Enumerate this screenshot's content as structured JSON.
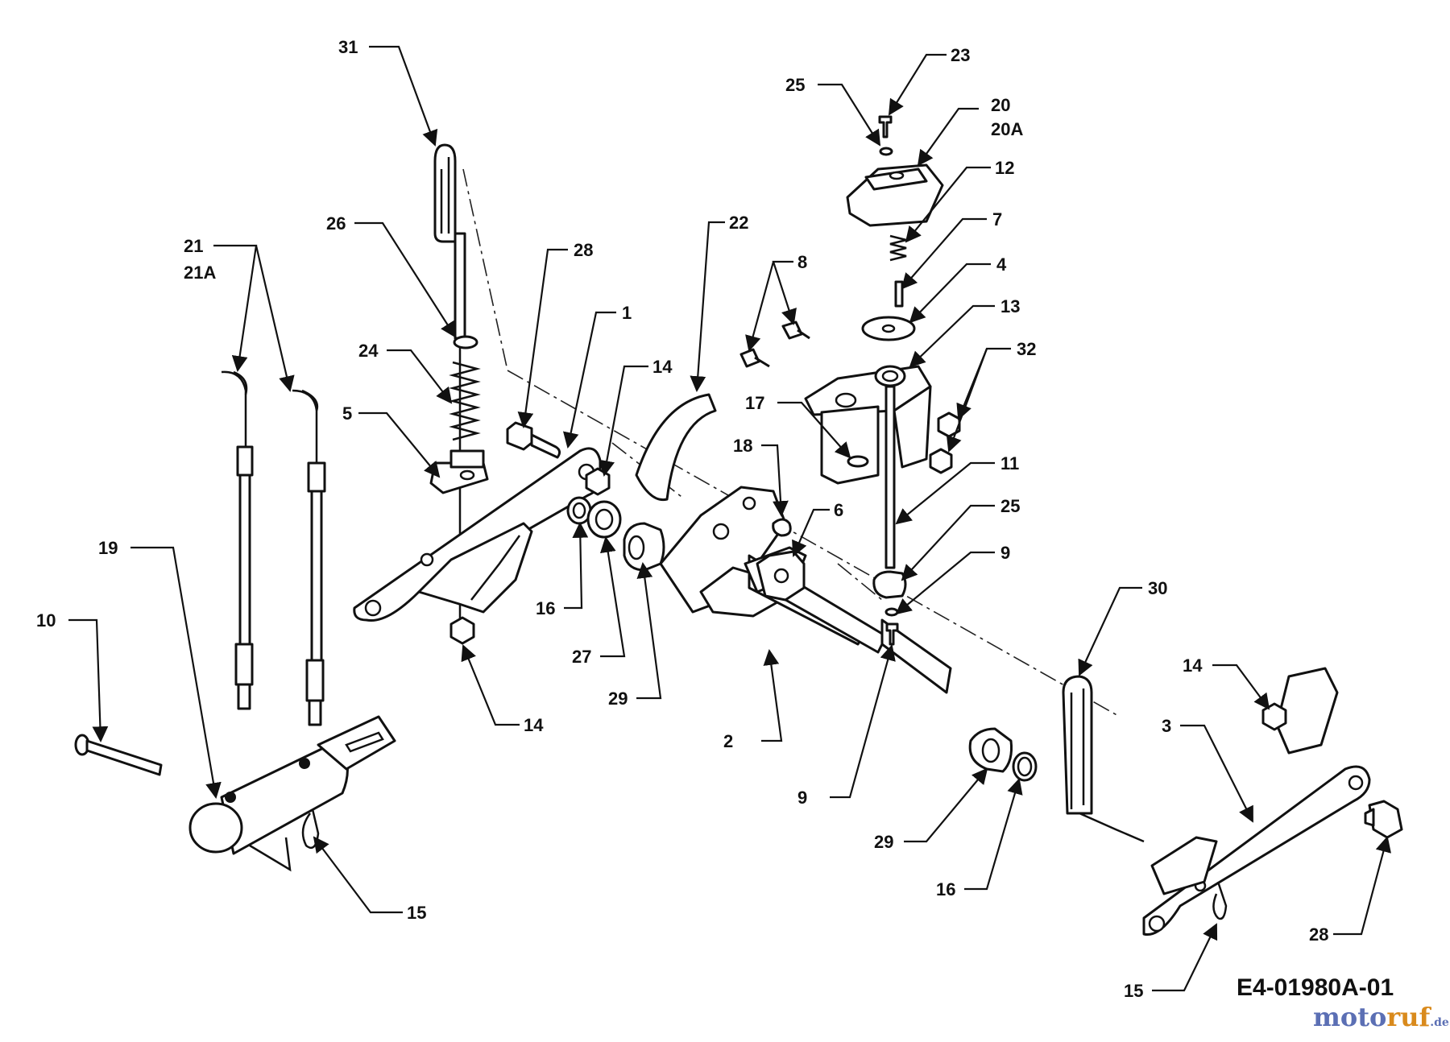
{
  "diagram": {
    "drawing_code": "E4-01980A-01",
    "watermark": {
      "part1": "moto",
      "part2": "ruf",
      "part3": ".de"
    },
    "callouts": [
      {
        "id": "c31",
        "text": "31"
      },
      {
        "id": "c21",
        "text": "21"
      },
      {
        "id": "c21a",
        "text": "21A"
      },
      {
        "id": "c26",
        "text": "26"
      },
      {
        "id": "c24",
        "text": "24"
      },
      {
        "id": "c5",
        "text": "5"
      },
      {
        "id": "c28a",
        "text": "28"
      },
      {
        "id": "c1",
        "text": "1"
      },
      {
        "id": "c14a",
        "text": "14"
      },
      {
        "id": "c16a",
        "text": "16"
      },
      {
        "id": "c27",
        "text": "27"
      },
      {
        "id": "c29a",
        "text": "29"
      },
      {
        "id": "c14b",
        "text": "14"
      },
      {
        "id": "c19",
        "text": "19"
      },
      {
        "id": "c10",
        "text": "10"
      },
      {
        "id": "c15a",
        "text": "15"
      },
      {
        "id": "c22",
        "text": "22"
      },
      {
        "id": "c8",
        "text": "8"
      },
      {
        "id": "c17",
        "text": "17"
      },
      {
        "id": "c18",
        "text": "18"
      },
      {
        "id": "c6",
        "text": "6"
      },
      {
        "id": "c2",
        "text": "2"
      },
      {
        "id": "c9a",
        "text": "9"
      },
      {
        "id": "c25a",
        "text": "25"
      },
      {
        "id": "c20",
        "text": "20"
      },
      {
        "id": "c20a",
        "text": "20A"
      },
      {
        "id": "c23",
        "text": "23"
      },
      {
        "id": "c12",
        "text": "12"
      },
      {
        "id": "c7",
        "text": "7"
      },
      {
        "id": "c4",
        "text": "4"
      },
      {
        "id": "c13",
        "text": "13"
      },
      {
        "id": "c32",
        "text": "32"
      },
      {
        "id": "c11",
        "text": "11"
      },
      {
        "id": "c25b",
        "text": "25"
      },
      {
        "id": "c9b",
        "text": "9"
      },
      {
        "id": "c29b",
        "text": "29"
      },
      {
        "id": "c16b",
        "text": "16"
      },
      {
        "id": "c30",
        "text": "30"
      },
      {
        "id": "c14c",
        "text": "14"
      },
      {
        "id": "c3",
        "text": "3"
      },
      {
        "id": "c28b",
        "text": "28"
      },
      {
        "id": "c15b",
        "text": "15"
      }
    ]
  }
}
